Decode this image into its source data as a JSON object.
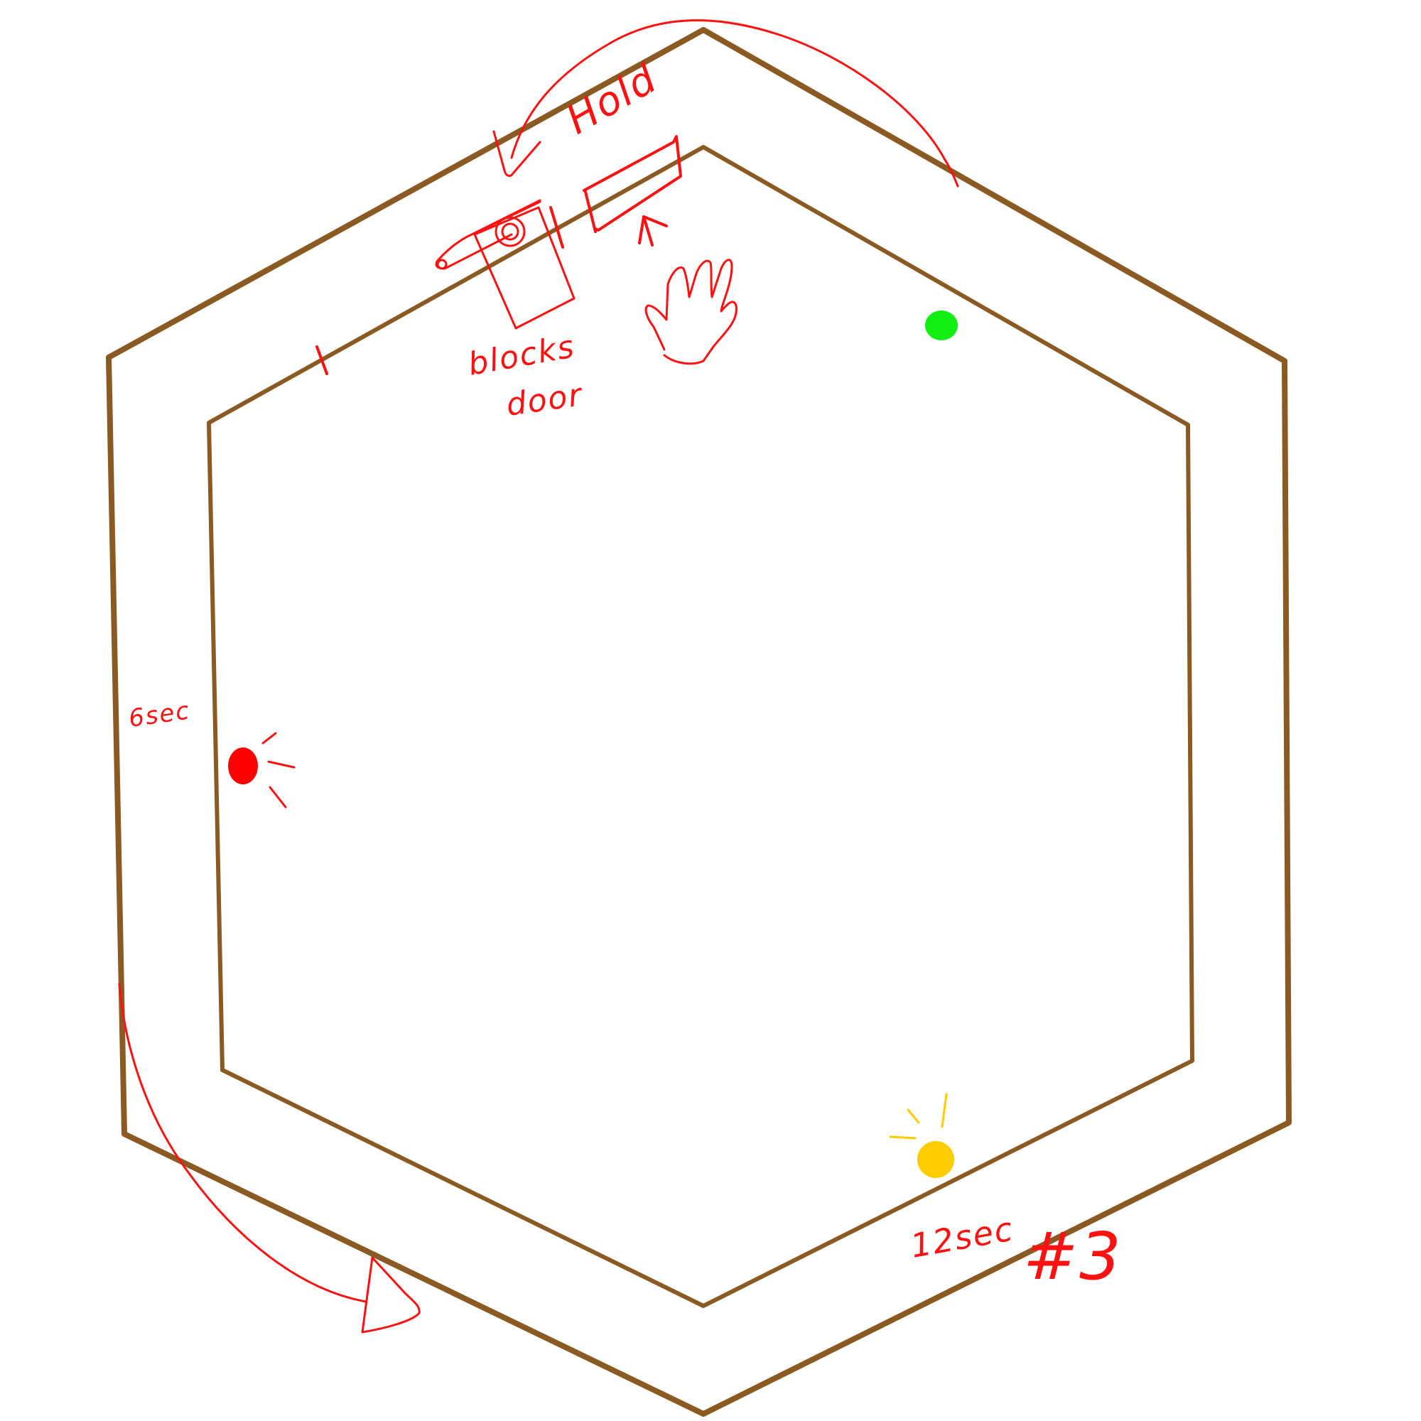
{
  "annotations": {
    "hold": "Hold",
    "blocks_door": "blocks",
    "blocks_door_line2": "door",
    "time_red": "6sec",
    "time_yellow": "12sec",
    "map_number": "#3"
  },
  "markers": [
    {
      "name": "green-dot",
      "color": "#11ee11"
    },
    {
      "name": "red-dot",
      "color": "#ff0000"
    },
    {
      "name": "yellow-dot",
      "color": "#ffcc00"
    }
  ],
  "colors": {
    "wall": "#8b5a22",
    "sketch": "#ff1111",
    "yellow_rays": "#ffcc00"
  },
  "icons": [
    "hand-icon",
    "lever-icon",
    "curved-arrow-icon"
  ]
}
